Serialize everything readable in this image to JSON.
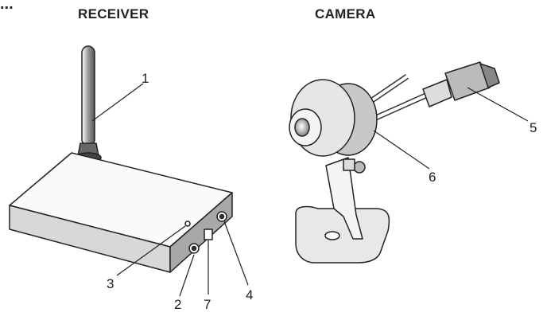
{
  "corner_mark": "...",
  "titles": {
    "receiver": "RECEIVER",
    "camera": "CAMERA"
  },
  "callouts": {
    "antenna": "1",
    "jack_left": "2",
    "indicator": "3",
    "jack_right": "4",
    "power_plug": "5",
    "camera_cable": "6",
    "switch": "7"
  }
}
